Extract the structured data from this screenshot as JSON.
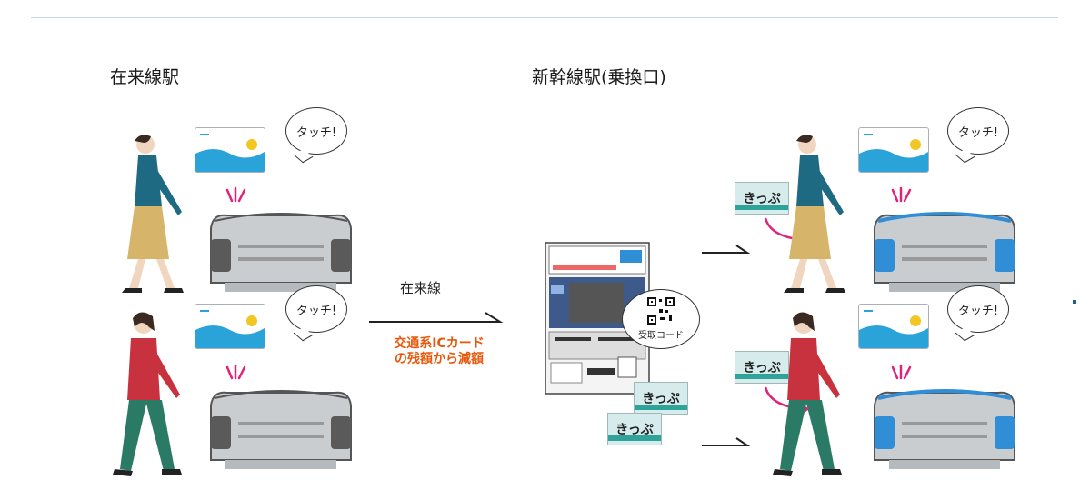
{
  "headers": {
    "conventional_station": "在来線駅",
    "shinkansen_station": "新幹線駅(乗換口)"
  },
  "bubbles": {
    "touch": "タッチ!",
    "receipt_code": "受取コード"
  },
  "transfer": {
    "line_label": "在来線",
    "deduction_note": "交通系ICカード\nの残額から減額"
  },
  "ticket_label": "きっぷ",
  "colors": {
    "card_wave": "#2aa3d9",
    "gate_gray": "#c9cdd0",
    "gate_side": "#5a5a5a",
    "gate_blue": "#2f8ed6",
    "ticket_stripe": "#2fa39a",
    "accent_orange": "#e8580c",
    "accent_pink": "#e0227b"
  }
}
